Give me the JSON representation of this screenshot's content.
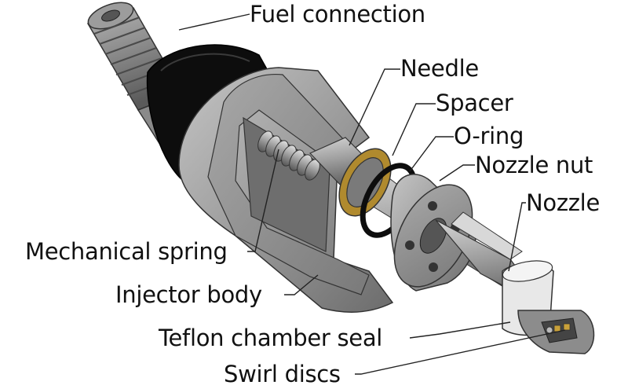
{
  "labels": {
    "fuel_connection": "Fuel connection",
    "needle": "Needle",
    "spacer": "Spacer",
    "o_ring": "O-ring",
    "nozzle_nut": "Nozzle nut",
    "nozzle": "Nozzle",
    "mechanical_spring": "Mechanical spring",
    "injector_body": "Injector body",
    "teflon_chamber_seal": "Teflon chamber seal",
    "swirl_discs": "Swirl discs"
  }
}
